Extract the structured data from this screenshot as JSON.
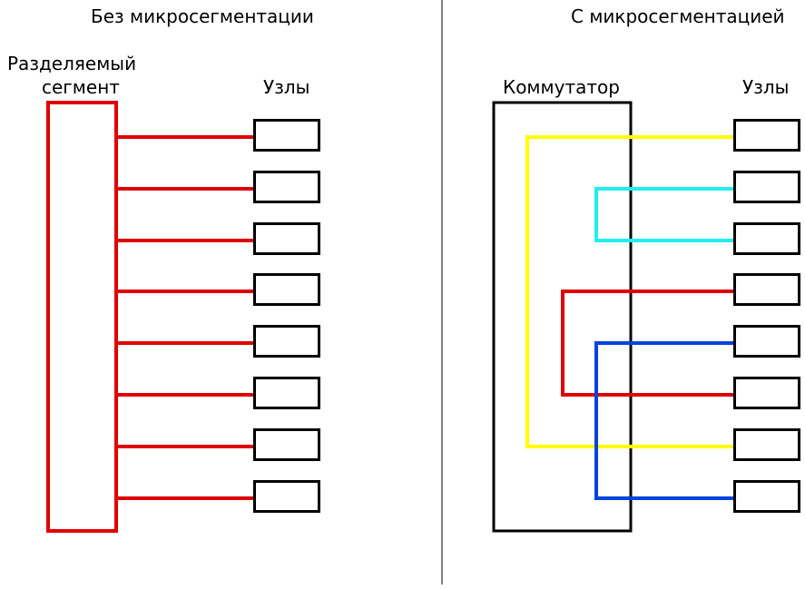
{
  "left_panel": {
    "title": "Без микросегментации",
    "segment_label_line1": "Разделяемый",
    "segment_label_line2": "сегмент",
    "nodes_label": "Узлы",
    "segment_color": "#e00000",
    "link_color": "#e00000"
  },
  "right_panel": {
    "title": "С микросегментацией",
    "switch_label": "Коммутатор",
    "nodes_label": "Узлы",
    "links": [
      {
        "color": "#ffff00",
        "nodes": [
          1,
          7
        ]
      },
      {
        "color": "#22eeee",
        "nodes": [
          2,
          3
        ]
      },
      {
        "color": "#e00000",
        "nodes": [
          4,
          6
        ]
      },
      {
        "color": "#0044dd",
        "nodes": [
          5,
          8
        ]
      }
    ]
  },
  "node_count": 8
}
